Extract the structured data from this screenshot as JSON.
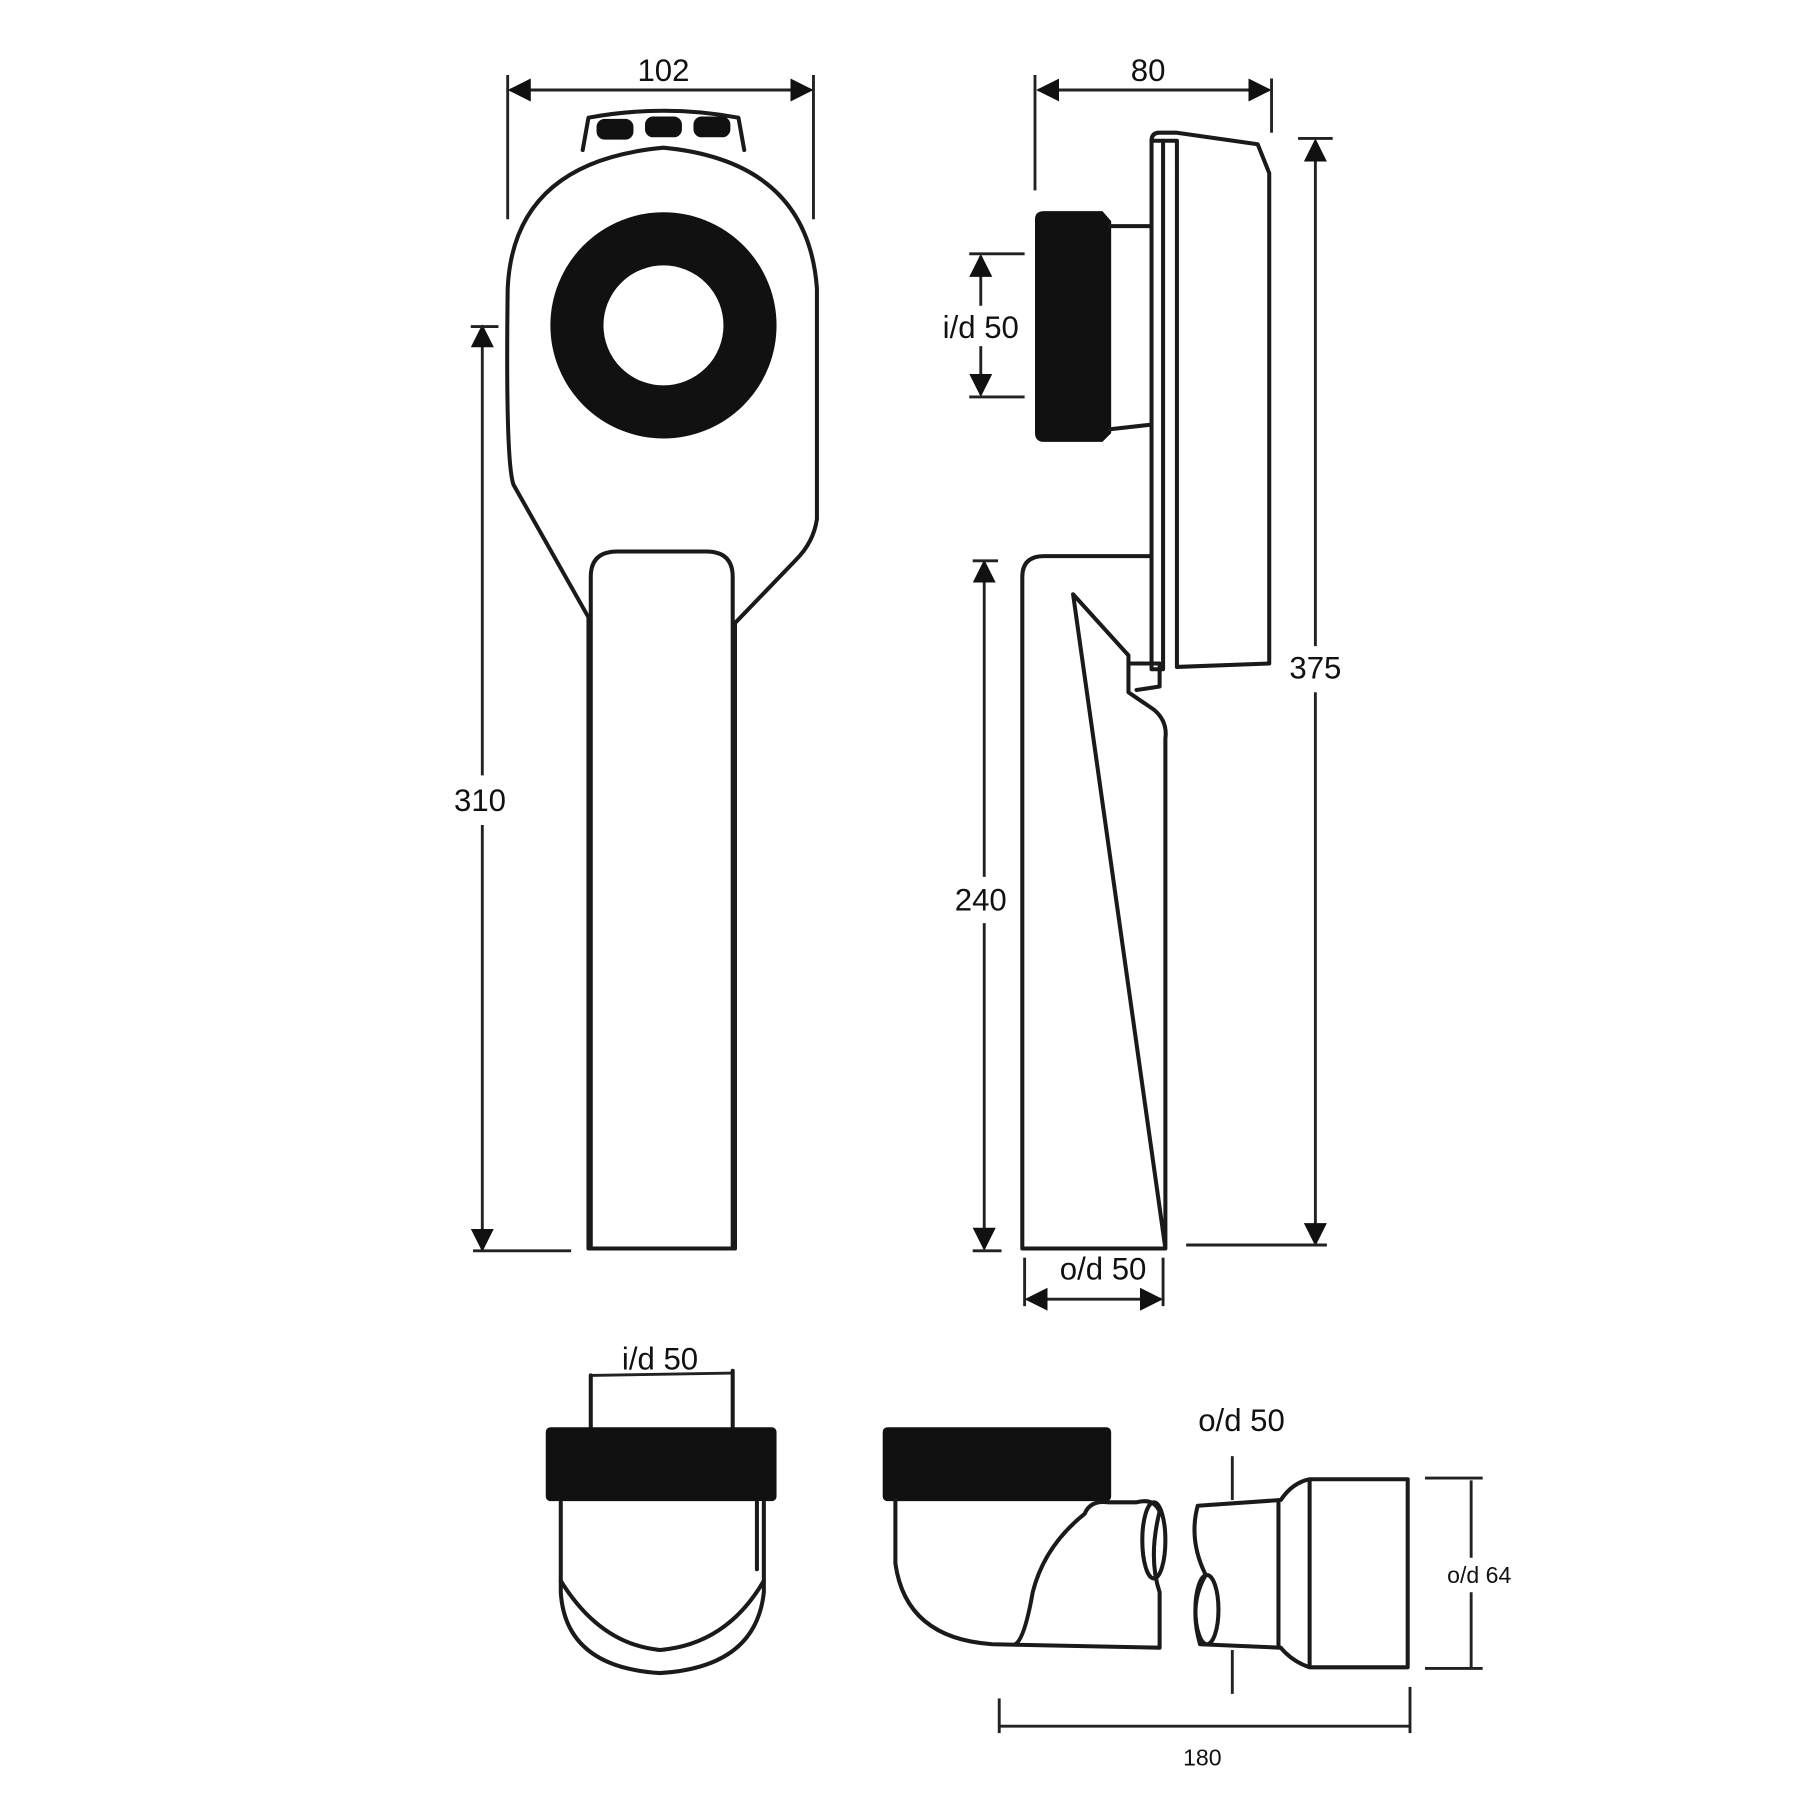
{
  "dimensions": {
    "front_width": "102",
    "front_height": "310",
    "side_depth": "80",
    "side_inlet": "i/d 50",
    "side_outlet_height": "240",
    "side_total_height": "375",
    "side_outlet_od": "o/d 50",
    "top_inlet": "i/d 50",
    "plan_outlet_od": "o/d 50",
    "plan_connector_od": "o/d 64",
    "plan_length": "180"
  },
  "colors": {
    "line": "#1a1a1a",
    "background": "#ffffff"
  }
}
